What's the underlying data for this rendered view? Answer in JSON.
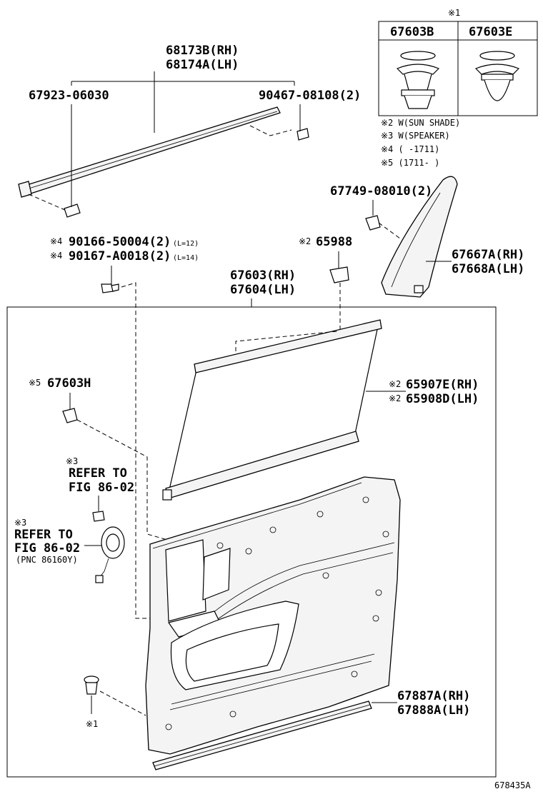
{
  "table": {
    "note_mark": "※1",
    "col1": "67603B",
    "col2": "67603E"
  },
  "notes": {
    "n2": "※2 W(SUN SHADE)",
    "n3": "※3 W(SPEAKER)",
    "n4": "※4 (      -1711)",
    "n5": "※5 (1711-      )"
  },
  "labels": {
    "molding_rh": "68173B(RH)",
    "molding_lh": "68174A(LH)",
    "clip_a": "67923-06030",
    "screw_a": "90467-08108(2)",
    "clip_b": "67749-08010(2)",
    "garnish_rh": "67667A(RH)",
    "garnish_lh": "67668A(LH)",
    "screw_b_mark": "※4",
    "screw_b": "90166-50004(2)",
    "screw_b_len": "(L=12)",
    "screw_c_mark": "※4",
    "screw_c": "90167-A0018(2)",
    "screw_c_len": "(L=14)",
    "hook_mark": "※2",
    "hook": "65988",
    "panel_rh": "67603(RH)",
    "panel_lh": "67604(LH)",
    "clip_h_mark": "※5",
    "clip_h": "67603H",
    "shade_mark_1": "※2",
    "shade_rh": "65907E(RH)",
    "shade_mark_2": "※2",
    "shade_lh": "65908D(LH)",
    "ref1_mark": "※3",
    "ref1_line1": "REFER TO",
    "ref1_line2": "FIG 86-02",
    "ref2_mark": "※3",
    "ref2_line1": "REFER TO",
    "ref2_line2": "FIG 86-02",
    "ref2_line3": "(PNC 86160Y)",
    "weather_rh": "67887A(RH)",
    "weather_lh": "67888A(LH)",
    "clip_bottom_mark": "※1",
    "diagram_id": "678435A"
  }
}
